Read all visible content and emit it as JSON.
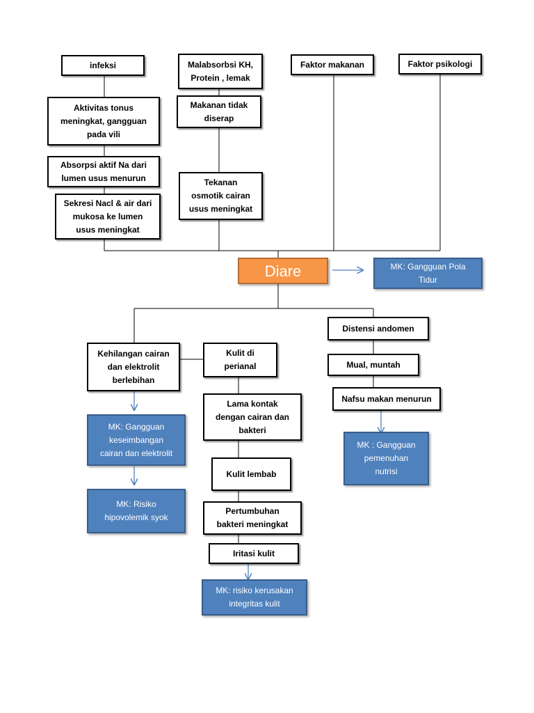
{
  "central": "Diare",
  "causes": {
    "infeksi": "infeksi",
    "aktivitas": "Aktivitas tonus\nmeningkat, gangguan\npada vili",
    "absorpsi": "Absorpsi aktif Na dari\nlumen usus menurun",
    "sekresi": "Sekresi Nacl & air dari\nmukosa ke lumen\nusus meningkat",
    "malabsorbsi": "Malabsorbsi KH,\nProtein , lemak",
    "makanan_tidak": "Makanan tidak\ndiserap",
    "tekanan": "Tekanan\nosmotik cairan\nusus meningkat",
    "faktor_makanan": "Faktor makanan",
    "faktor_psikologi": "Faktor psikologi"
  },
  "effects": {
    "kehilangan": "Kehilangan cairan\ndan elektrolit\nberlebihan",
    "kulit_perianal": "Kulit di\nperianal",
    "lama_kontak": "Lama kontak\ndengan cairan dan\nbakteri",
    "kulit_lembab": "Kulit lembab",
    "pertumbuhan": "Pertumbuhan\nbakteri meningkat",
    "iritasi": "Iritasi kulit",
    "distensi": "Distensi andomen",
    "mual": "Mual, muntah",
    "nafsu": "Nafsu makan menurun"
  },
  "diagnoses": {
    "pola_tidur": "MK: Gangguan Pola\nTidur",
    "keseimbangan": "MK: Gangguan\nkeseimbangan\ncairan dan elektrolit",
    "hipovolemik": "MK: Risiko\nhipovolemik syok",
    "integritas": "MK: risiko kerusakan\nintegritas kulit",
    "nutrisi": "MK : Gangguan\npemenuhan\nnutrisi"
  },
  "colors": {
    "central_fill": "#f79646",
    "diagnosis_fill": "#4f81bd",
    "arrow": "#4f81bd",
    "line": "#000000"
  }
}
